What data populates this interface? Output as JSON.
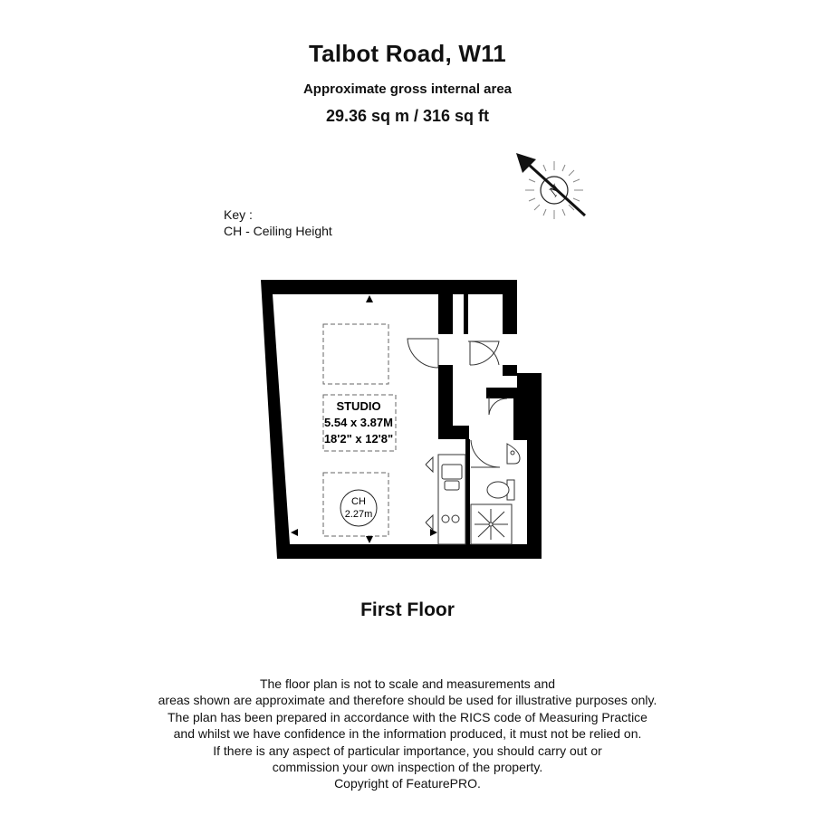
{
  "header": {
    "title": "Talbot Road, W11",
    "subtitle": "Approximate gross internal area",
    "area": "29.36 sq m /  316 sq ft"
  },
  "key": {
    "heading": "Key :",
    "items": [
      "CH - Ceiling Height"
    ]
  },
  "compass": {
    "label": "N",
    "icon": "north-arrow-icon"
  },
  "plan": {
    "room": {
      "name": "STUDIO",
      "dim_metric": "5.54 x 3.87M",
      "dim_imperial": "18'2\" x 12'8\""
    },
    "ceiling": {
      "label": "CH",
      "value": "2.27m"
    }
  },
  "floor_label": "First Floor",
  "disclaimer": [
    "The floor plan is not to scale and measurements and",
    "areas shown are approximate and therefore should be used for illustrative purposes only.",
    "The plan has been prepared in accordance with the RICS code of Measuring Practice",
    "and whilst we have confidence in the information produced, it must not be relied on.",
    "If there is any aspect of particular importance, you should carry out or",
    "commission your own inspection of the property.",
    "Copyright of FeaturePRO."
  ]
}
